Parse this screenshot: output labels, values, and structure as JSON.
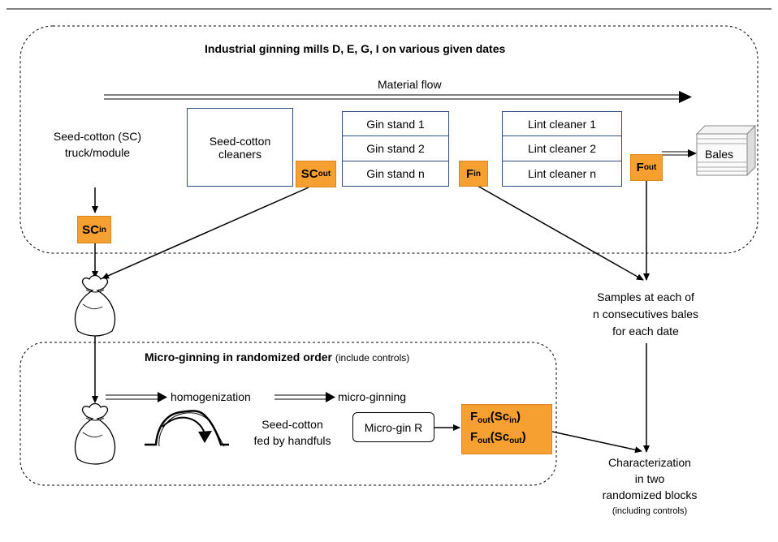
{
  "mill": {
    "title": "Industrial ginning mills D, E, G, I on various given dates",
    "material_flow": "Material flow",
    "sc_source_line1": "Seed-cotton (SC)",
    "sc_source_line2": "truck/module",
    "sc_cleaners_line1": "Seed-cotton",
    "sc_cleaners_line2": "cleaners",
    "gin_stands": [
      "Gin stand 1",
      "Gin stand 2",
      "Gin stand n"
    ],
    "lint_cleaners": [
      "Lint cleaner 1",
      "Lint cleaner 2",
      "Lint cleaner n"
    ],
    "bales": "Bales"
  },
  "labels": {
    "sc_in": {
      "main": "SC",
      "sub": "in"
    },
    "sc_out": {
      "main": "SC",
      "sub": "out"
    },
    "f_in": {
      "main": "F",
      "sub": "in"
    },
    "f_out": {
      "main": "F",
      "sub": "out"
    }
  },
  "samples": {
    "line1": "Samples at each of",
    "line2": "n consecutives bales",
    "line3": "for each date"
  },
  "micro": {
    "title_bold": "Micro-ginning in randomized order",
    "title_note": "(include controls)",
    "homogenization": "homogenization",
    "micro_ginning": "micro-ginning",
    "fed_line1": "Seed-cotton",
    "fed_line2": "fed by handfuls",
    "micro_gin": "Micro-gin R",
    "result1": {
      "main": "F",
      "sub": "out",
      "arg": "(Sc",
      "argsub": "in",
      "close": ")"
    },
    "result2": {
      "main": "F",
      "sub": "out",
      "arg": "(Sc",
      "argsub": "out",
      "close": ")"
    }
  },
  "characterization": {
    "line1": "Characterization",
    "line2": "in two",
    "line3": "randomized blocks",
    "line4": "(including controls)"
  },
  "colors": {
    "label_fill": "#f7a032",
    "box_border": "#2f4f7f"
  }
}
